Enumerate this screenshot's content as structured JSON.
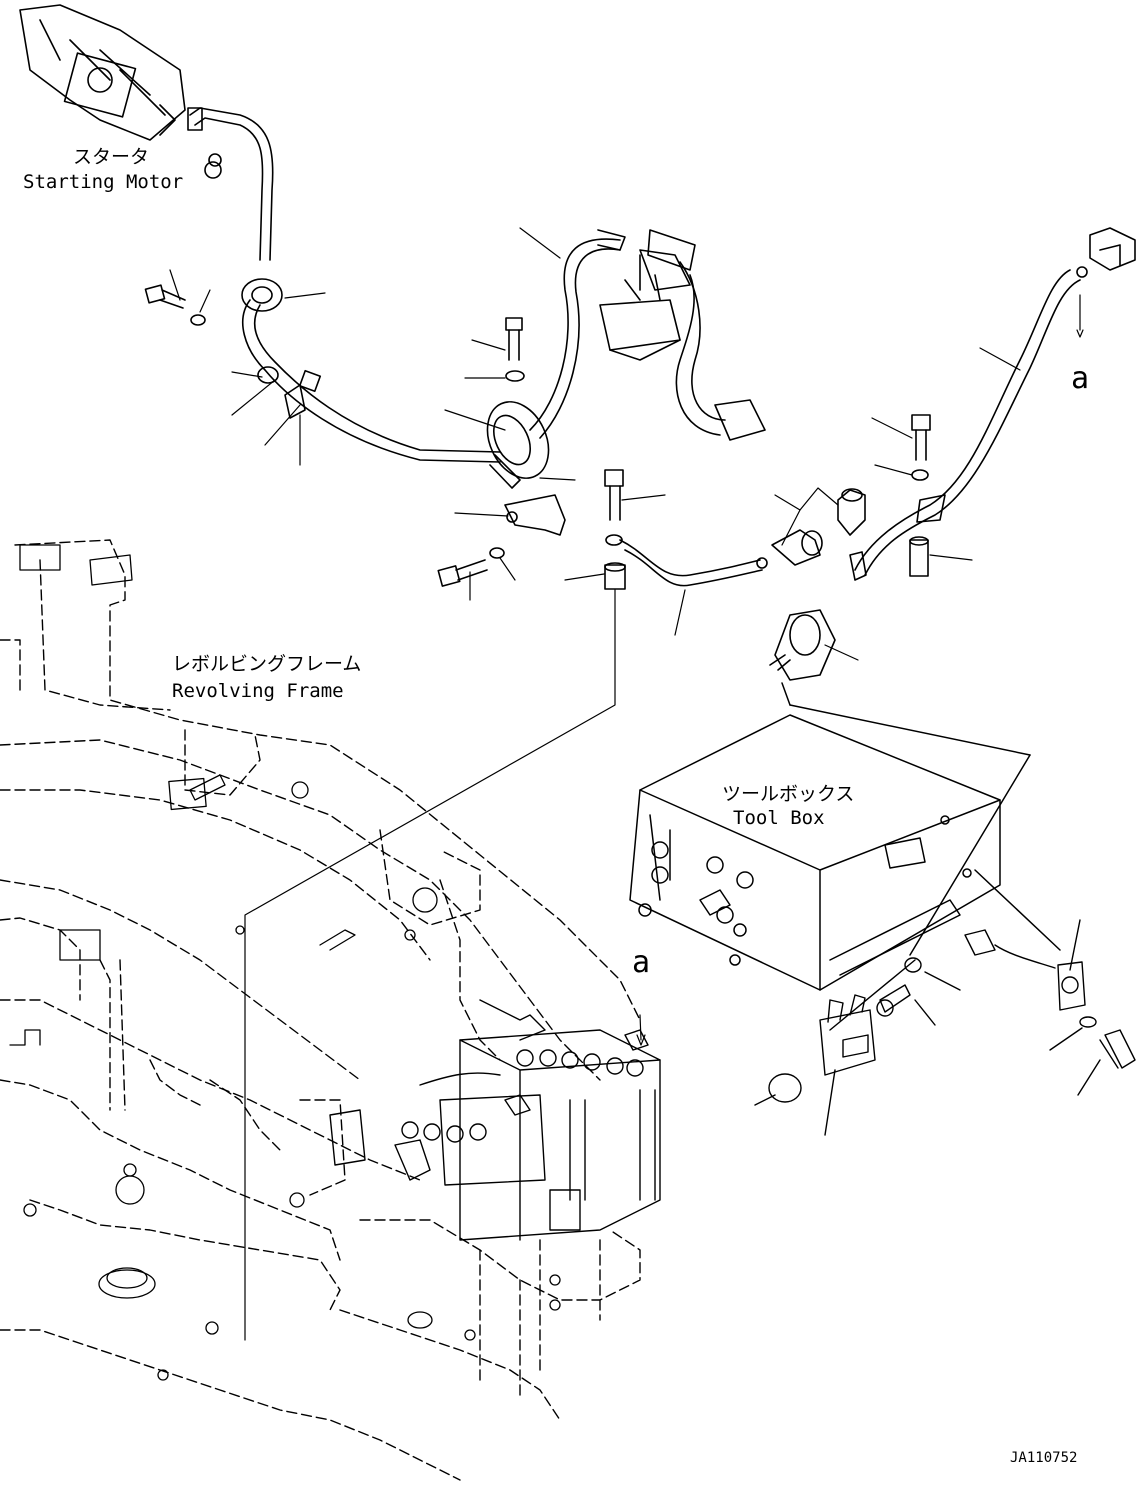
{
  "labels": {
    "starting_motor_jp": "スタータ",
    "starting_motor_en": "Starting Motor",
    "revolving_frame_jp": "レボルビングフレーム",
    "revolving_frame_en": "Revolving Frame",
    "tool_box_jp": "ツールボックス",
    "tool_box_en": "Tool Box",
    "view_marker_a": "a",
    "drawing_number": "JA110752"
  },
  "colors": {
    "line": "#000000",
    "background": "#ffffff"
  }
}
